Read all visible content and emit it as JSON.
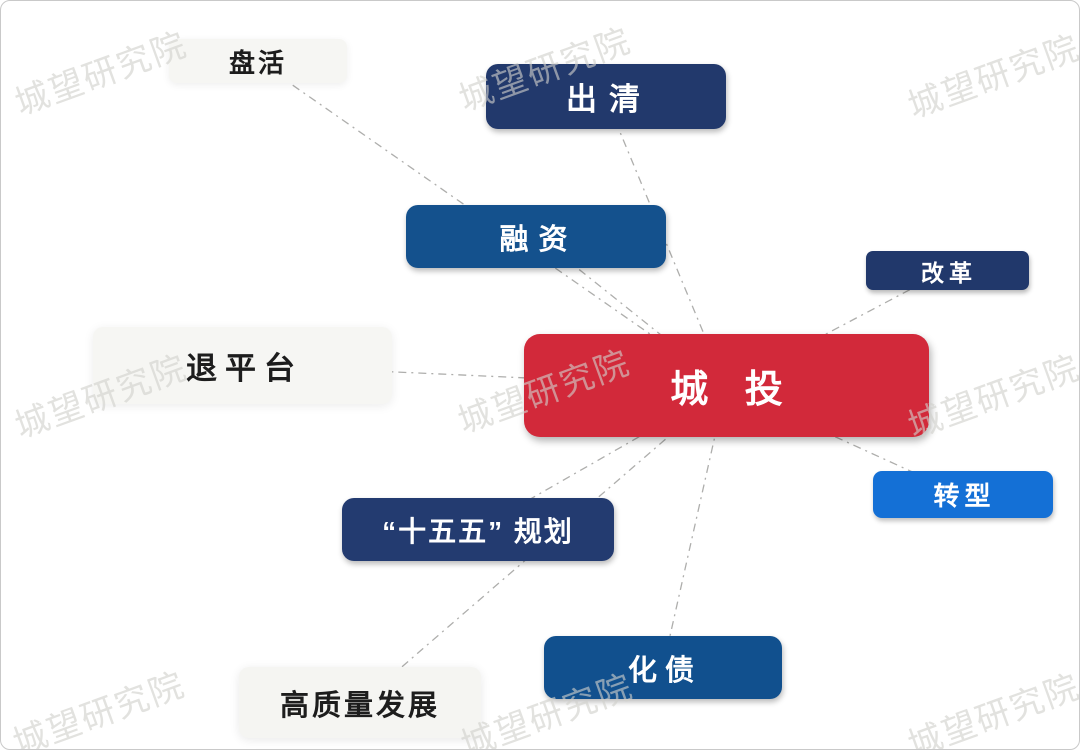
{
  "diagram": {
    "title_none": "",
    "center": {
      "id": "chengtou",
      "label": "城 投",
      "color": "#d2293a"
    },
    "nodes": [
      {
        "id": "panhuo",
        "label": "盘活",
        "style": "light",
        "color": "#f6f6f3"
      },
      {
        "id": "chuqing",
        "label": "出清",
        "style": "navy",
        "color": "#22396c"
      },
      {
        "id": "rongzi",
        "label": "融资",
        "style": "steel-blue",
        "color": "#14518d"
      },
      {
        "id": "gaige",
        "label": "改革",
        "style": "navy",
        "color": "#21386b"
      },
      {
        "id": "tuipingtai",
        "label": "退平台",
        "style": "light",
        "color": "#f6f6f3"
      },
      {
        "id": "zhuanxing",
        "label": "转型",
        "style": "bright-blue",
        "color": "#1470d6"
      },
      {
        "id": "shiwuwu",
        "label": "“十五五” 规划",
        "style": "navy",
        "color": "#233b70"
      },
      {
        "id": "huazhai",
        "label": "化债",
        "style": "steel-blue",
        "color": "#11508e"
      },
      {
        "id": "gaozhiliang",
        "label": "高质量发展",
        "style": "light",
        "color": "#f5f5f2"
      }
    ],
    "links": [
      {
        "from": "chengtou",
        "to": "panhuo"
      },
      {
        "from": "chengtou",
        "to": "chuqing"
      },
      {
        "from": "chengtou",
        "to": "rongzi"
      },
      {
        "from": "chengtou",
        "to": "gaige"
      },
      {
        "from": "chengtou",
        "to": "tuipingtai"
      },
      {
        "from": "chengtou",
        "to": "zhuanxing"
      },
      {
        "from": "chengtou",
        "to": "shiwuwu"
      },
      {
        "from": "chengtou",
        "to": "huazhai"
      },
      {
        "from": "chengtou",
        "to": "gaozhiliang"
      }
    ],
    "link_style": {
      "color": "#a0a09e",
      "pattern": "dash-dot"
    }
  },
  "watermark": {
    "text": "城望研究院",
    "color": "#d1d1cb"
  }
}
